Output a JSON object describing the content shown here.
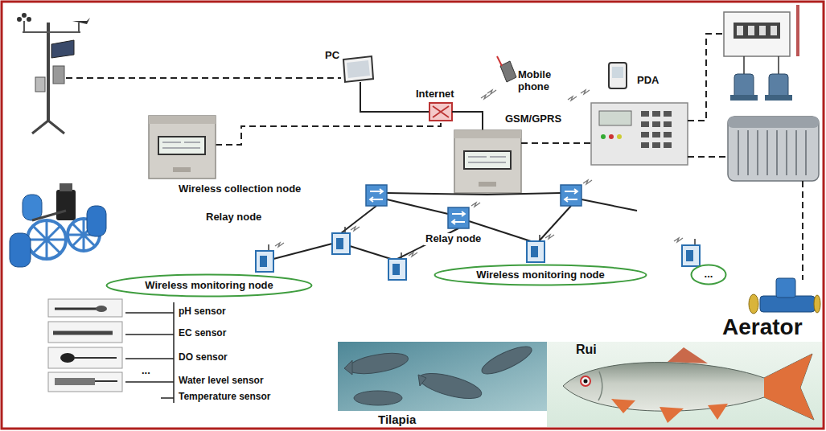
{
  "diagram": {
    "nodes": [
      {
        "text": [
          "Wireless monitoring node"
        ]
      },
      {
        "text": [
          "Wireless monitoring node"
        ]
      },
      {
        "text": [
          "..."
        ]
      }
    ],
    "labels": [
      "PC",
      "Internet",
      "Mobile phone",
      "PDA",
      "GSM/GPRS",
      "Wireless collection node",
      "Relay node",
      "Relay node",
      "pH sensor",
      "EC sensor",
      "DO sensor",
      "Water level sensor",
      "Temperature sensor",
      "...",
      "Aerator",
      "Rui",
      "Tilapia"
    ]
  }
}
